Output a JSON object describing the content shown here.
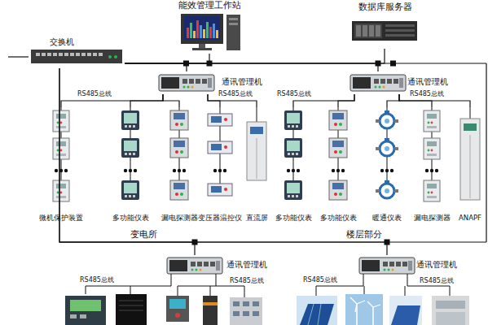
{
  "diagram": {
    "nodes": [
      {
        "text": [
          "能效管理工作站"
        ]
      },
      {
        "text": [
          "数据库服务器"
        ]
      },
      {
        "text": [
          "交换机"
        ]
      },
      {
        "text": [
          "通讯管理机"
        ]
      },
      {
        "text": [
          "通讯管理机"
        ]
      },
      {
        "text": [
          "通讯管理机"
        ]
      },
      {
        "text": [
          "通讯管理机"
        ]
      },
      {
        "text": [
          "微机保护装置"
        ]
      },
      {
        "text": [
          "多功能仪表"
        ]
      },
      {
        "text": [
          "漏电探测器"
        ]
      },
      {
        "text": [
          "变压器温控仪"
        ]
      },
      {
        "text": [
          "直流屏"
        ]
      },
      {
        "text": [
          "多功能仪表"
        ]
      },
      {
        "text": [
          "多功能仪表"
        ]
      },
      {
        "text": [
          "暖通仪表"
        ]
      },
      {
        "text": [
          "漏电探测器"
        ]
      },
      {
        "text": [
          "ANAPF"
        ]
      }
    ],
    "edges": [
      {
        "from": 2,
        "to": 0,
        "arrow": "none"
      },
      {
        "from": 2,
        "to": 1,
        "arrow": "none"
      },
      {
        "from": 2,
        "to": 3,
        "arrow": "none"
      },
      {
        "from": 2,
        "to": 4,
        "arrow": "none"
      },
      {
        "from": 2,
        "to": 5,
        "arrow": "none"
      },
      {
        "from": 2,
        "to": 6,
        "arrow": "none"
      },
      {
        "from": 3,
        "to": 7,
        "arrow": "none"
      },
      {
        "from": 3,
        "to": 8,
        "arrow": "none"
      },
      {
        "from": 3,
        "to": 9,
        "arrow": "none"
      },
      {
        "from": 3,
        "to": 10,
        "arrow": "none"
      },
      {
        "from": 3,
        "to": 11,
        "arrow": "none"
      },
      {
        "from": 4,
        "to": 12,
        "arrow": "none"
      },
      {
        "from": 4,
        "to": 13,
        "arrow": "none"
      },
      {
        "from": 4,
        "to": 14,
        "arrow": "none"
      },
      {
        "from": 4,
        "to": 15,
        "arrow": "none"
      },
      {
        "from": 4,
        "to": 16,
        "arrow": "none"
      }
    ],
    "labels": [
      "RS485总线",
      "RS485总线",
      "RS485总线",
      "RS485总线",
      "RS485总线",
      "RS485总线",
      "RS485总线",
      "RS485总线",
      "变电所",
      "楼层部分"
    ]
  }
}
